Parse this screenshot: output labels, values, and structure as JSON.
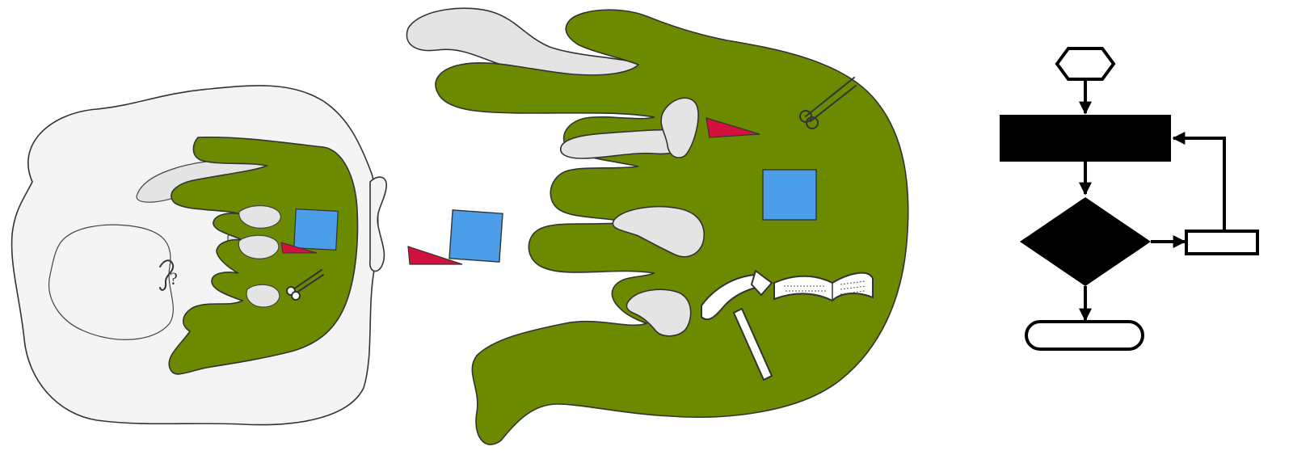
{
  "colors": {
    "green": "#6b8a00",
    "light_gray": "#ececec",
    "pale_gray": "#f4f4f4",
    "blue": "#4d9ee8",
    "red": "#d4103c",
    "black": "#000000",
    "white": "#ffffff"
  },
  "small_blob": {
    "question_label": "?"
  },
  "icons": [
    "question-mark-icon",
    "scissors-icon",
    "hammer-icon",
    "open-book-icon"
  ],
  "flowchart": {
    "nodes": [
      "start-hexagon",
      "process-box",
      "decision-diamond",
      "loop-box",
      "terminal-oval"
    ],
    "edges": [
      [
        "start-hexagon",
        "process-box"
      ],
      [
        "process-box",
        "decision-diamond"
      ],
      [
        "decision-diamond",
        "loop-box"
      ],
      [
        "loop-box",
        "process-box"
      ],
      [
        "decision-diamond",
        "terminal-oval"
      ]
    ]
  }
}
